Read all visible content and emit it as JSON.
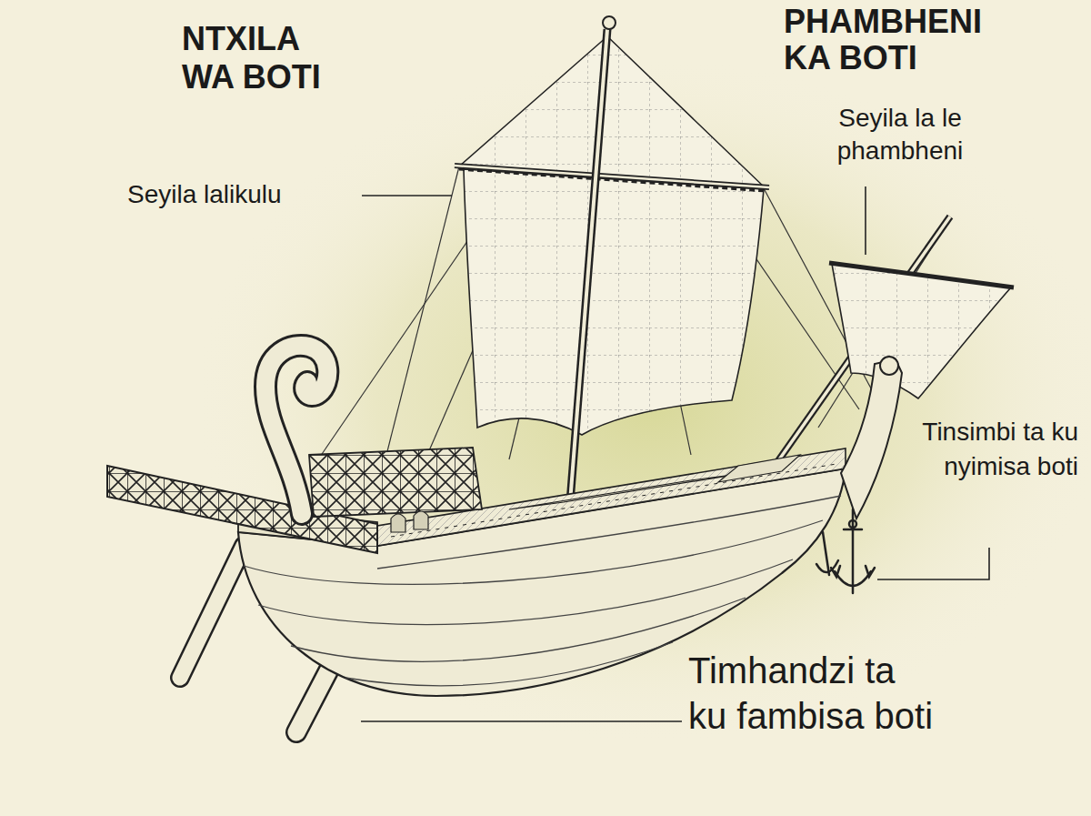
{
  "diagram": {
    "labels": [
      "NTXILA WA BOTI",
      "PHAMBHENI KA BOTI",
      "Seyila la le phambheni",
      "Seyila lalikulu",
      "Tinsimbi ta ku nyimisa boti",
      "Timhandzi ta ku fambisa boti"
    ]
  }
}
